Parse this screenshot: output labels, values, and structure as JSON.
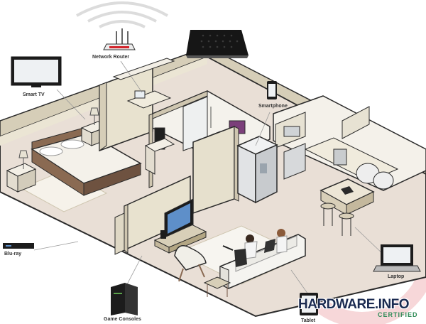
{
  "devices": [
    {
      "id": "router",
      "label": "Network Router"
    },
    {
      "id": "smart_tv",
      "label": "Smart TV"
    },
    {
      "id": "smartphone",
      "label": "Smartphone"
    },
    {
      "id": "bluray",
      "label": "Blu-ray"
    },
    {
      "id": "laptop",
      "label": "Laptop"
    },
    {
      "id": "game_consoles",
      "label": "Game Consoles"
    },
    {
      "id": "tablet",
      "label": "Tablet"
    }
  ],
  "watermark": {
    "brand": "HARDWARE.INFO",
    "certified": "CERTIFIED"
  },
  "colors": {
    "floor": "#e6dcd4",
    "wall": "#ece6d6",
    "wall_dark": "#cfc6b0",
    "outline": "#2b2b2b",
    "accent_red": "#d2232a",
    "wifi": "#d8d8d8"
  }
}
